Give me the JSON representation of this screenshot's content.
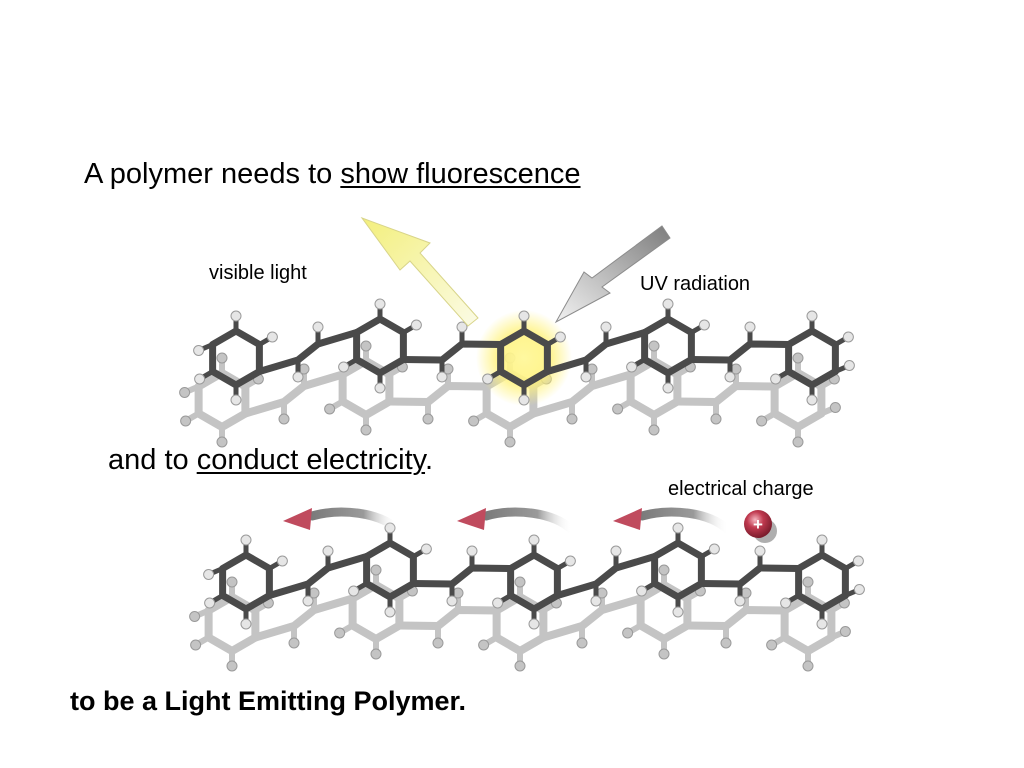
{
  "slide": {
    "heading1": {
      "prefix": "A polymer needs to ",
      "emphasis": "show fluorescence"
    },
    "heading2": {
      "prefix": "and to ",
      "emphasis": "conduct electricity",
      "suffix": "."
    },
    "footer": "to be a Light Emitting Polymer."
  },
  "labels": {
    "visible_light": "visible light",
    "uv_radiation": "UV radiation",
    "electrical_charge": "electrical charge",
    "charge_sign": "+"
  },
  "colors": {
    "bond": "#4a4a4a",
    "hydrogen": "#e6e6e6",
    "shadow": "#c4c4c4",
    "glow": "#fff27a",
    "visible_arrow": "#f2ee96",
    "uv_arrow": "#9a9a9a",
    "charge": "#c0394f",
    "charge_arrow": "#c04b5e"
  }
}
